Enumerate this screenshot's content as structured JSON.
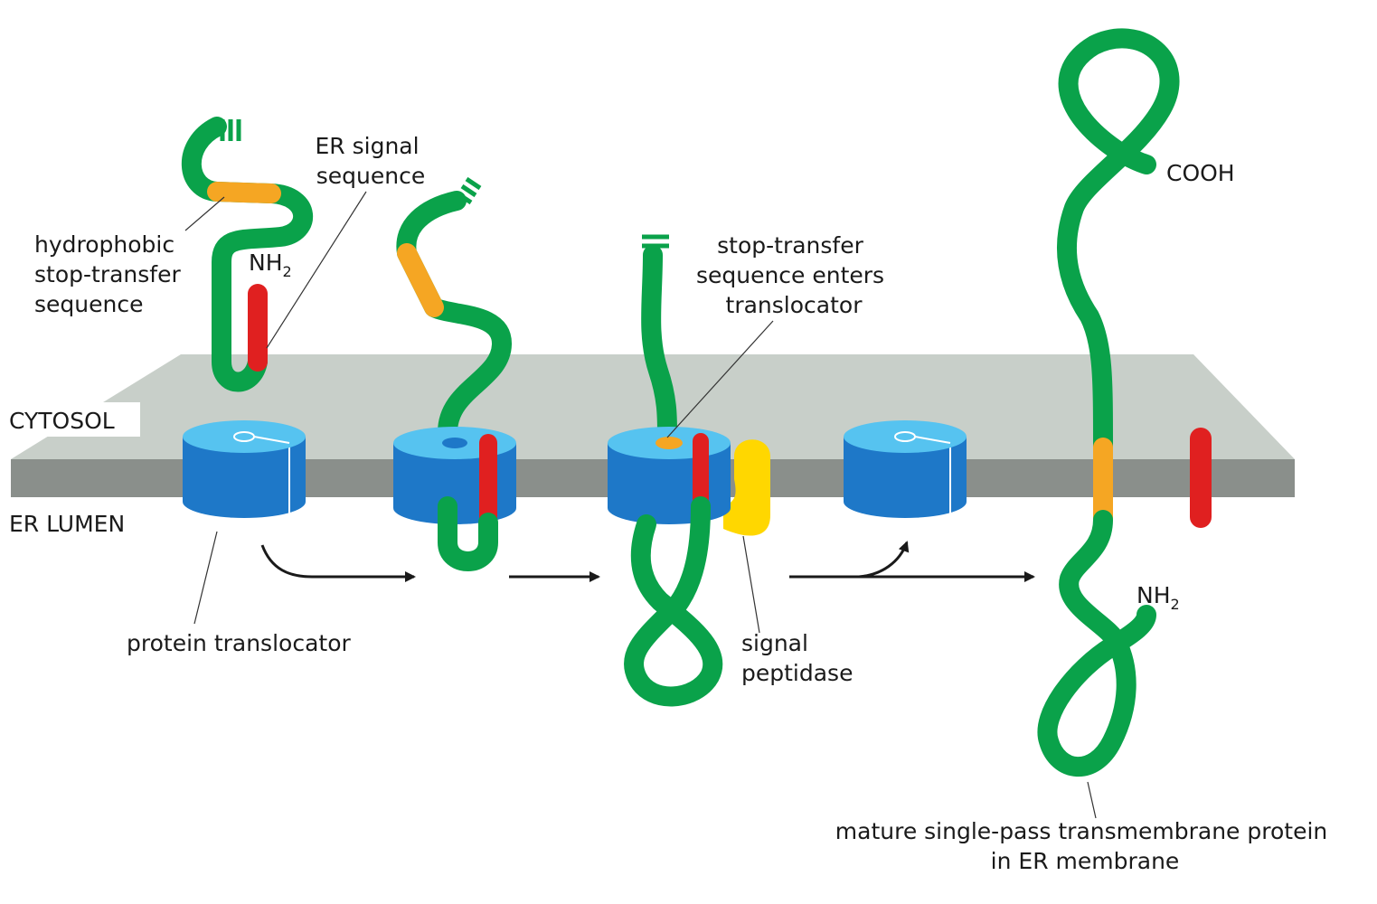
{
  "regions": {
    "cytosol": "CYTOSOL",
    "er_lumen": "ER LUMEN"
  },
  "labels": {
    "hydrophobic": [
      "hydrophobic",
      "stop-transfer",
      "sequence"
    ],
    "er_signal": [
      "ER signal",
      "sequence"
    ],
    "nh2_main": "NH",
    "nh2_sub": "2",
    "stop_transfer_enters": [
      "stop-transfer",
      "sequence enters",
      "translocator"
    ],
    "cooh": "COOH",
    "nh2_final_main": "NH",
    "nh2_final_sub": "2",
    "protein_translocator": "protein translocator",
    "signal_peptidase": [
      "signal",
      "peptidase"
    ],
    "mature": [
      "mature single-pass transmembrane protein",
      "in ER membrane"
    ]
  },
  "colors": {
    "chain": "#0aa24a",
    "stop_transfer": "#f5a623",
    "signal_sequence": "#e02020",
    "signal_peptidase": "#ffd700",
    "translocator_top": "#56c3f0",
    "translocator_side": "#1e78c8",
    "membrane_top": "#c8cfc9",
    "membrane_side": "#8a8f8b"
  }
}
